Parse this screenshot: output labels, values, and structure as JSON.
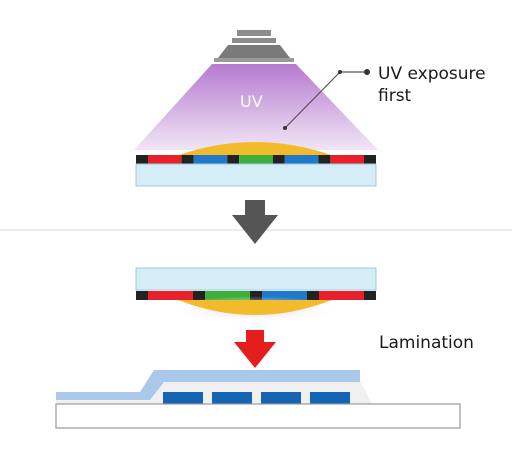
{
  "labels": {
    "uv": "UV",
    "uv_exposure": "UV exposure",
    "uv_exposure_line2": "first",
    "lamination": "Lamination"
  },
  "colors": {
    "uv_top": "#c49ad8",
    "uv_bottom": "#e8d8ef",
    "lamp": "#8a8a8a",
    "glass": "#cfeaf5",
    "glass_border": "#9ccbe0",
    "adhesive": "#f2bb2c",
    "black": "#222222",
    "red": "#e8202a",
    "blue": "#1f78c8",
    "green": "#3fae3a",
    "arrow_gray": "#555555",
    "arrow_red": "#e41d1d",
    "substrate_film": "#a9c8ea",
    "chip_blue": "#1565b5"
  },
  "filter_cells": [
    "black",
    "red",
    "black",
    "blue",
    "black",
    "green",
    "black",
    "blue",
    "black",
    "red",
    "black"
  ],
  "filter_cells_flipped": [
    "black",
    "red",
    "black",
    "green",
    "black",
    "blue",
    "black",
    "red",
    "black"
  ]
}
